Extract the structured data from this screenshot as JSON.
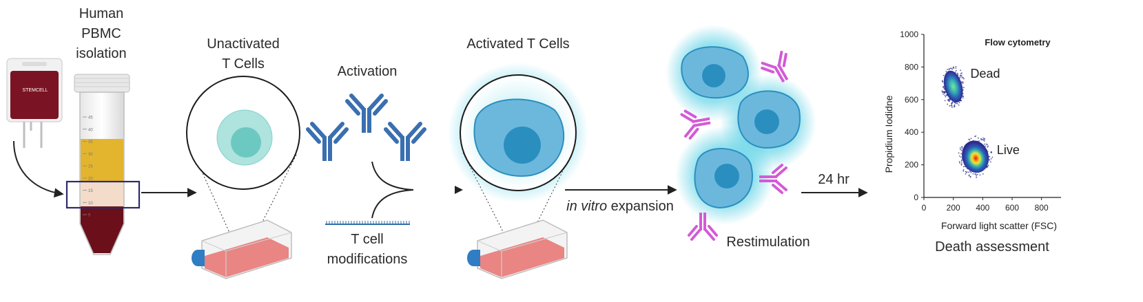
{
  "steps": {
    "pbmc": {
      "line1": "Human",
      "line2": "PBMC",
      "line3": "isolation"
    },
    "unactivated": {
      "line1": "Unactivated",
      "line2": "T Cells"
    },
    "activation": "Activation",
    "modifications": {
      "line1": "T cell",
      "line2": "modifications"
    },
    "activated": "Activated T Cells",
    "expansion": {
      "italic": "in vitro",
      "rest": " expansion"
    },
    "restimulation": "Restimulation",
    "time": "24 hr",
    "death": "Death assessment"
  },
  "bag_brand": "STEMCELL",
  "tube_ticks": [
    "45",
    "40",
    "35",
    "30",
    "25",
    "20",
    "15",
    "10",
    "5"
  ],
  "chart_data": {
    "type": "scatter",
    "title": "Flow cytometry",
    "xlabel": "Forward light scatter (FSC)",
    "ylabel": "Propidium Iodidne",
    "xlim": [
      0,
      900
    ],
    "ylim": [
      0,
      1000
    ],
    "xticks": [
      "0",
      "200",
      "400",
      "600",
      "800"
    ],
    "yticks": [
      "0",
      "200",
      "400",
      "600",
      "800",
      "1000"
    ],
    "xtick_values": [
      0,
      200,
      400,
      600,
      800
    ],
    "ytick_values": [
      0,
      200,
      400,
      600,
      800,
      1000
    ],
    "populations": [
      {
        "label": "Dead",
        "center": [
          200,
          680
        ],
        "spread": [
          60,
          100
        ]
      },
      {
        "label": "Live",
        "center": [
          350,
          250
        ],
        "spread": [
          90,
          100
        ]
      }
    ]
  },
  "colors": {
    "blood_dark": "#6b0f1a",
    "plasma": "#e3b52e",
    "buffy": "#f3dcc9",
    "antibody": "#3a6fb0",
    "restim_antibody": "#d35ad6",
    "cell_light": "#7fd0cc",
    "cell_blue": "#6cb8dc",
    "nucleus": "#2a8fbf",
    "glow": "#3ec9e0",
    "flask_media": "#e98583",
    "flask_cap": "#2f7dc3",
    "box": "#2c2a6b",
    "arrow": "#222222"
  }
}
